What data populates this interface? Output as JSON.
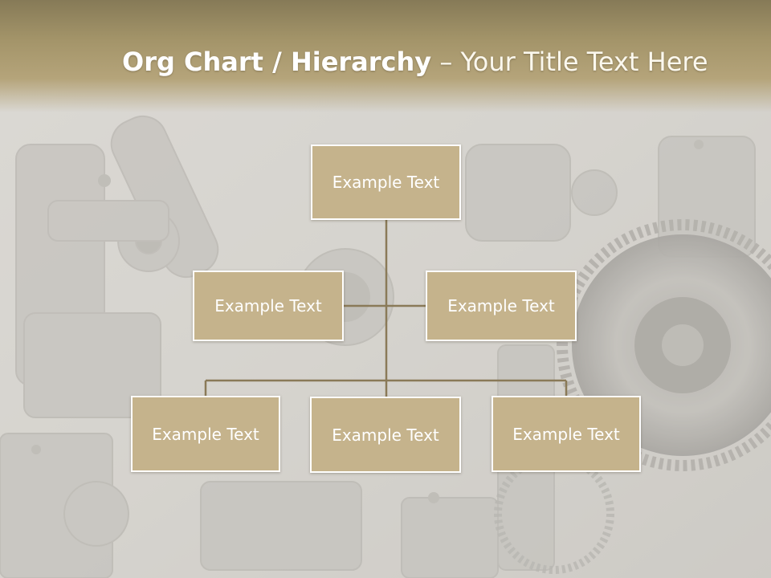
{
  "slide": {
    "title_bold": "Org Chart / Hierarchy",
    "title_dash": "–",
    "title_light": "Your Title Text Here"
  },
  "org_chart": {
    "root": {
      "label": "Example Text"
    },
    "assistants": [
      {
        "label": "Example Text"
      },
      {
        "label": "Example Text"
      }
    ],
    "children": [
      {
        "label": "Example Text"
      },
      {
        "label": "Example Text"
      },
      {
        "label": "Example Text"
      }
    ]
  },
  "colors": {
    "header": "#a39469",
    "node_fill": "#c5b38c",
    "connector": "#8a7a58",
    "node_border": "#ffffff"
  },
  "background_image": "engine-machinery-photo"
}
